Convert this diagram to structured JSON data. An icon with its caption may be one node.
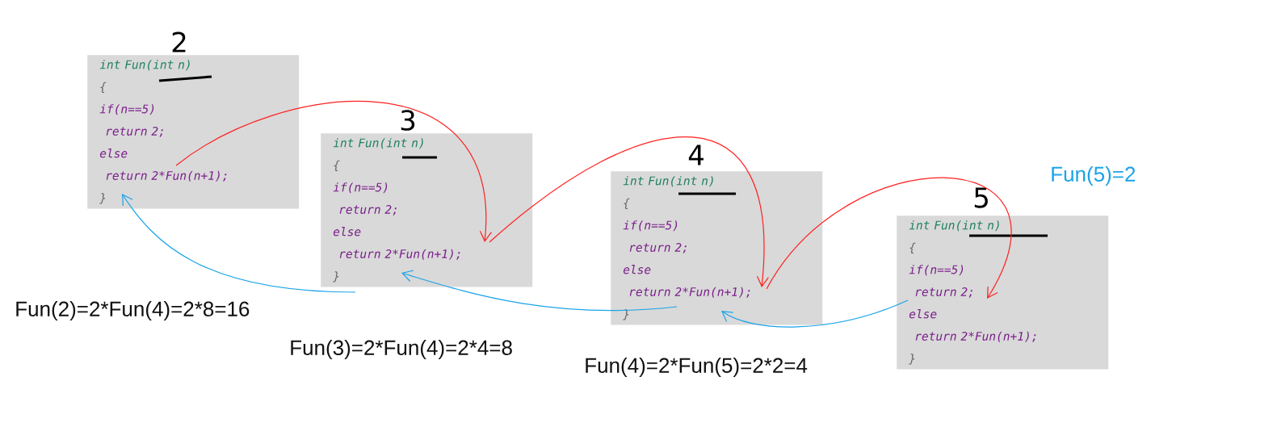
{
  "diagram": {
    "nodes": [
      {
        "text": [
          "int Fun(int n)",
          "{",
          "if(n==5)",
          "return 2;",
          "else",
          "return 2*Fun(n+1);",
          "}"
        ],
        "beside": [
          "2"
        ]
      },
      {
        "text": [
          "int Fun(int n)",
          "{",
          "if(n==5)",
          "return 2;",
          "else",
          "return 2*Fun(n+1);",
          "}"
        ],
        "beside": [
          "3"
        ]
      },
      {
        "text": [
          "int Fun(int n)",
          "{",
          "if(n==5)",
          "return 2;",
          "else",
          "return 2*Fun(n+1);",
          "}"
        ],
        "beside": [
          "4"
        ]
      },
      {
        "text": [
          "int Fun(int n)",
          "{",
          "if(n==5)",
          "return 2;",
          "else",
          "return 2*Fun(n+1);",
          "}"
        ],
        "beside": [
          "5"
        ]
      }
    ],
    "edges": [
      {
        "from": 0,
        "to": 1,
        "arrow": "to",
        "color": "#ff2020"
      },
      {
        "from": 1,
        "to": 2,
        "arrow": "to",
        "color": "#ff2020"
      },
      {
        "from": 2,
        "to": 3,
        "arrow": "to",
        "color": "#ff2020"
      },
      {
        "from": 3,
        "to": 2,
        "arrow": "to",
        "color": "#1aa3e8"
      },
      {
        "from": 2,
        "to": 1,
        "arrow": "to",
        "color": "#1aa3e8"
      },
      {
        "from": 1,
        "to": 0,
        "arrow": "to",
        "color": "#1aa3e8"
      }
    ],
    "labels": [
      "Fun(5)=2",
      "Fun(2)=2*Fun(4)=2*8=16",
      "Fun(3)=2*Fun(4)=2*4=8",
      "Fun(4)=2*Fun(5)=2*2=4"
    ]
  }
}
